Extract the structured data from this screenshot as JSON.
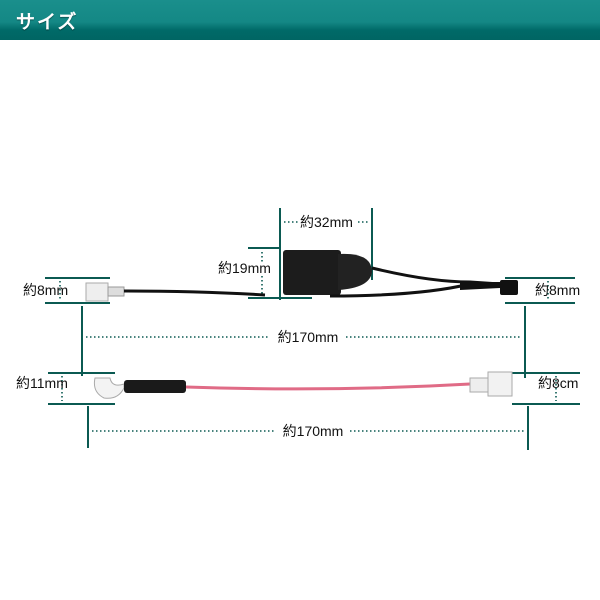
{
  "header": {
    "title": "サイズ"
  },
  "colors": {
    "header": "#138985",
    "guide": "#0b5a52",
    "pink_wire": "#e06b86"
  },
  "top_cable": {
    "holder_width": "約32mm",
    "holder_height": "約19mm",
    "left_terminal": "約8mm",
    "right_terminal": "約8mm",
    "length": "約170mm"
  },
  "bottom_cable": {
    "left_terminal": "約11mm",
    "right_terminal": "約8cm",
    "length": "約170mm"
  }
}
